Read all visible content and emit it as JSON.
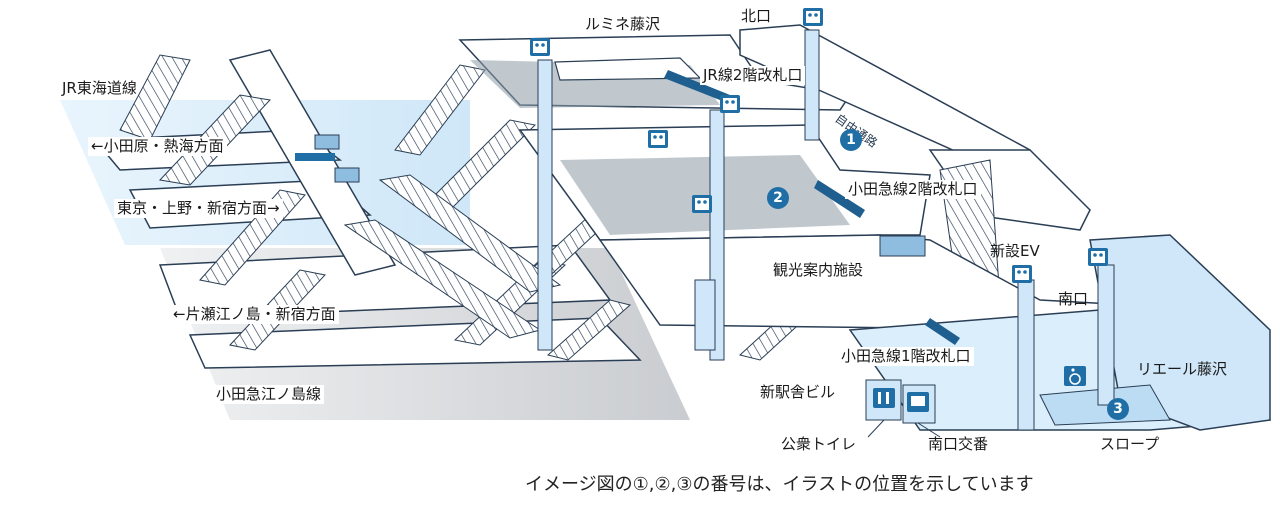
{
  "labels": {
    "lumine": "ルミネ藤沢",
    "kitaguchi": "北口",
    "jr_gate_2f": "JR線2階改札口",
    "jr_tokaido": "JR東海道線",
    "odawara_atami": "←小田原・熱海方面",
    "tokyo_shinjuku": "東京・上野・新宿方面→",
    "odakyu_gate_2f": "小田急線2階改札口",
    "sinsetsu_ev": "新設EV",
    "tourist_info": "観光案内施設",
    "minamiguchi": "南口",
    "katase_shinjuku": "←片瀬江ノ島・新宿方面",
    "odakyu_gate_1f": "小田急線1階改札口",
    "riel": "リエール藤沢",
    "odakyu_enoshima": "小田急江ノ島線",
    "new_station_bldg": "新駅舎ビル",
    "public_toilet": "公衆トイレ",
    "koban": "南口交番",
    "slope": "スロープ",
    "bridge_text": "自由通路"
  },
  "markers": [
    "1",
    "2",
    "3"
  ],
  "caption": "イメージ図の①,②,③の番号は、イラストの位置を示しています",
  "colors": {
    "accent": "#1f6fa6",
    "platform_light": "#dbeefb",
    "deck_fill": "#ffffff",
    "shadow_grey": "#c9ccd0",
    "outline": "#2a3e55"
  },
  "icons": [
    "elevator-icon",
    "toilet-icon",
    "police-box-icon",
    "wheelchair-icon"
  ]
}
